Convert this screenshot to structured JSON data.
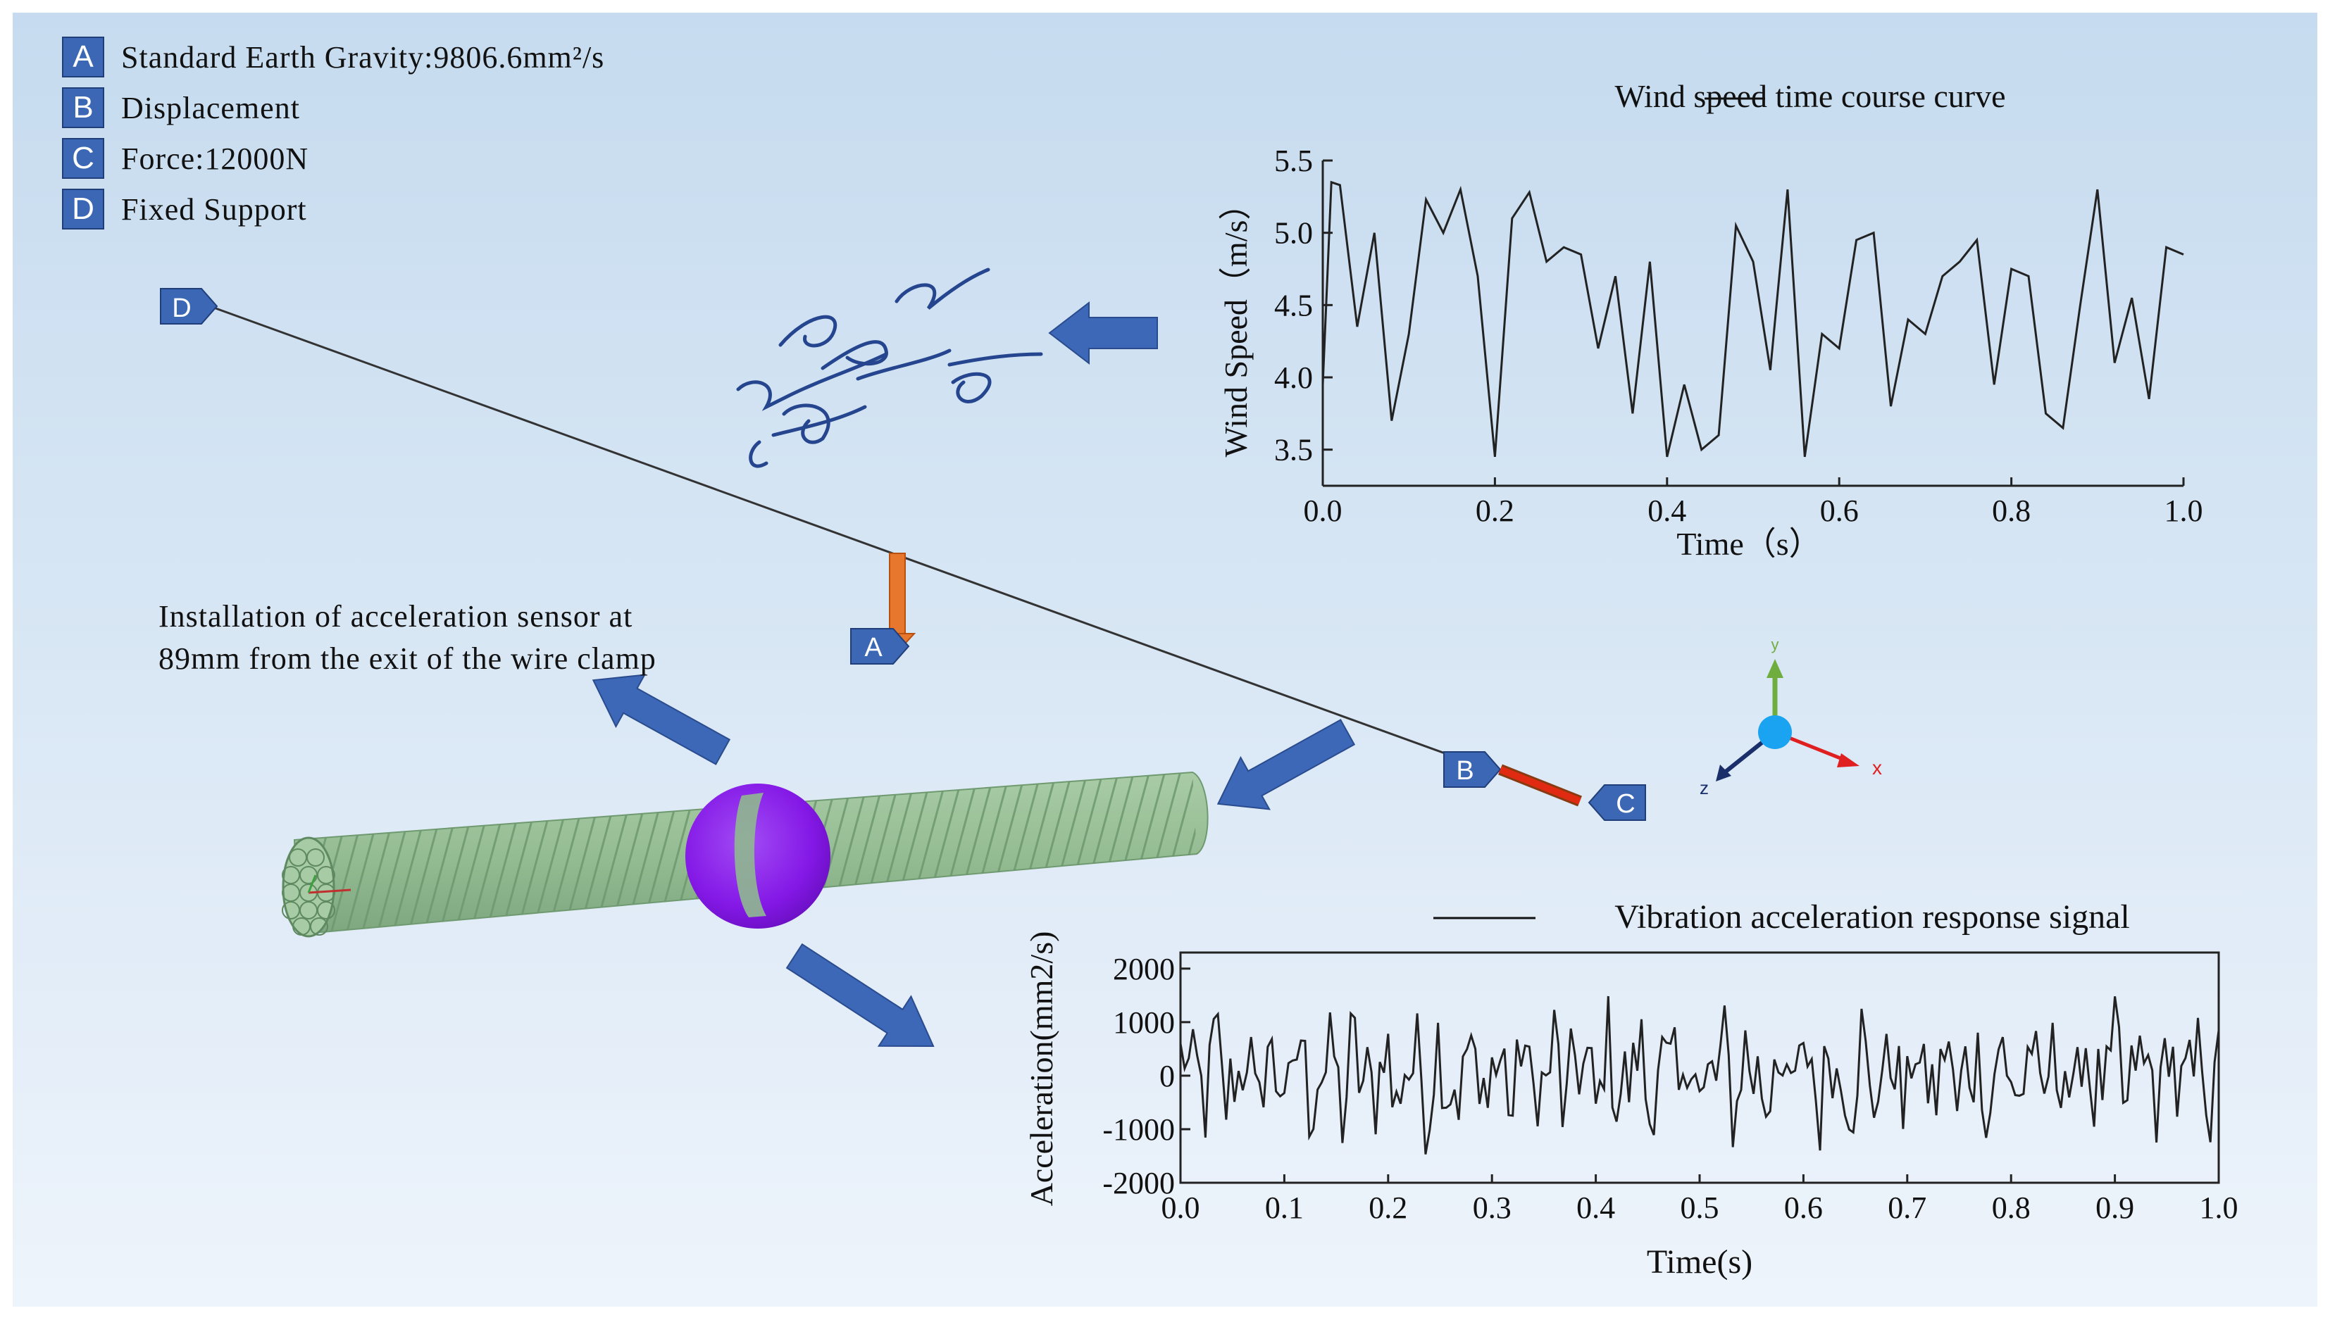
{
  "legend": [
    {
      "tag": "A",
      "text": "Standard Earth Gravity:9806.6mm²/s"
    },
    {
      "tag": "B",
      "text": "Displacement"
    },
    {
      "tag": "C",
      "text": "Force:12000N"
    },
    {
      "tag": "D",
      "text": "Fixed Support"
    }
  ],
  "flags": {
    "d": "D",
    "a": "A",
    "b": "B",
    "c": "C"
  },
  "sensor_note": {
    "line1": "Installation of acceleration sensor at",
    "line2": "89mm from the exit of the wire clamp"
  },
  "axes_triad": {
    "x": "x",
    "y": "y",
    "z": "z"
  },
  "colors": {
    "tag_blue": "#3b67b5",
    "arrow_blue": "#3d67b7",
    "cable_green": "#9cc29a",
    "sensor_purple": "#8a1ee8",
    "force_red": "#e02a12",
    "gravity_orange": "#e8772e"
  },
  "chart_data": [
    {
      "type": "line",
      "legend": "Wind speed time course curve",
      "xlabel": "Time（s）",
      "ylabel": "Wind Speed（m/s）",
      "xlim": [
        0,
        1.0
      ],
      "ylim": [
        3.25,
        5.5
      ],
      "xticks": [
        "0.0",
        "0.2",
        "0.4",
        "0.6",
        "0.8",
        "1.0"
      ],
      "yticks": [
        "3.5",
        "4.0",
        "4.5",
        "5.0",
        "5.5"
      ],
      "x": [
        0.0,
        0.01,
        0.02,
        0.04,
        0.06,
        0.08,
        0.1,
        0.12,
        0.14,
        0.16,
        0.18,
        0.2,
        0.22,
        0.24,
        0.26,
        0.28,
        0.3,
        0.32,
        0.34,
        0.36,
        0.38,
        0.4,
        0.42,
        0.44,
        0.46,
        0.48,
        0.5,
        0.52,
        0.54,
        0.56,
        0.58,
        0.6,
        0.62,
        0.64,
        0.66,
        0.68,
        0.7,
        0.72,
        0.74,
        0.76,
        0.78,
        0.8,
        0.82,
        0.84,
        0.86,
        0.88,
        0.9,
        0.92,
        0.94,
        0.96,
        0.98,
        1.0
      ],
      "y": [
        3.95,
        5.35,
        5.33,
        4.35,
        5.0,
        3.7,
        4.3,
        5.23,
        5.0,
        5.3,
        4.7,
        3.45,
        5.1,
        5.28,
        4.8,
        4.9,
        4.85,
        4.2,
        4.7,
        3.75,
        4.8,
        3.45,
        3.95,
        3.5,
        3.6,
        5.05,
        4.8,
        4.05,
        5.3,
        3.45,
        4.3,
        4.2,
        4.95,
        5.0,
        3.8,
        4.4,
        4.3,
        4.7,
        4.8,
        4.95,
        3.95,
        4.75,
        4.7,
        3.75,
        3.65,
        4.5,
        5.3,
        4.1,
        4.55,
        3.85,
        4.9,
        4.85
      ]
    },
    {
      "type": "line",
      "legend": "Vibration acceleration response signal",
      "xlabel": "Time(s)",
      "ylabel": "Acceleration(mm2/s)",
      "xlim": [
        0,
        1.0
      ],
      "ylim": [
        -2000,
        2300
      ],
      "xticks": [
        "0.0",
        "0.1",
        "0.2",
        "0.3",
        "0.4",
        "0.5",
        "0.6",
        "0.7",
        "0.8",
        "0.9",
        "1.0"
      ],
      "yticks": [
        "2000",
        "1000",
        "0",
        "-1000",
        "-2000"
      ],
      "sample_count": 250,
      "amplitude_range": [
        -1500,
        2000
      ]
    }
  ]
}
